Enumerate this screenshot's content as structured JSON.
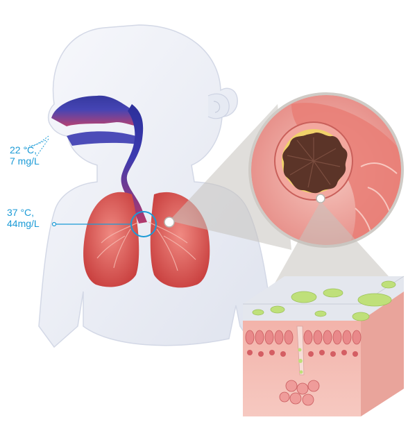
{
  "labels": {
    "inhaled_temp": "22 °C,",
    "inhaled_humidity": "7 mg/L",
    "alveolar_temp": "37 °C,",
    "alveolar_humidity": "44mg/L"
  },
  "colors": {
    "text_accent": "#1a9ad6",
    "airway_upper": "#2c2f9a",
    "airway_lower": "#a2346a",
    "lung": "#e0615d",
    "tissue": "#f1a7a0",
    "cilia_mucus": "#bfe07a",
    "body": "#eef1f8"
  },
  "icons": [
    "child-silhouette",
    "airway",
    "lungs",
    "bronchus-cross-section",
    "epithelium-tissue-block"
  ]
}
